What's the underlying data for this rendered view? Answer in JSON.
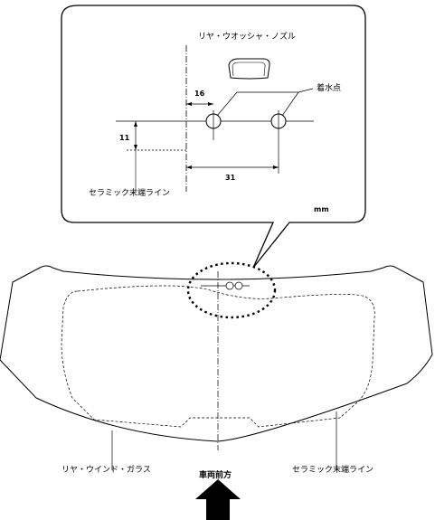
{
  "callout": {
    "nozzle_label": "リヤ・ウオッシャ・ノズル",
    "impact_label": "着水点",
    "dim_horizontal_offset": "16",
    "dim_vertical_offset": "11",
    "dim_spacing": "31",
    "ceramic_label": "セラミック末端ライン",
    "unit": "mm"
  },
  "glass": {
    "glass_label": "リヤ・ウインド・ガラス",
    "ceramic_label": "セラミック末端ライン"
  },
  "direction": {
    "label": "車両前方"
  },
  "colors": {
    "stroke": "#000000",
    "background": "#ffffff"
  }
}
